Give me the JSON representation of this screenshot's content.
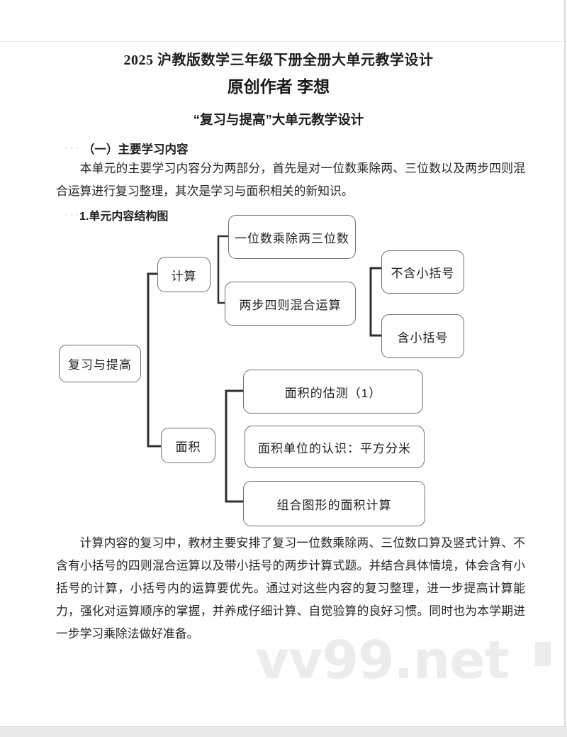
{
  "titles": {
    "line1": "2025 沪教版数学三年级下册全册大单元教学设计",
    "line2": "原创作者 李想",
    "line3": "“复习与提高”大单元教学设计"
  },
  "section": {
    "heading": "（一）主要学习内容",
    "intro_paragraph": "本单元的主要学习内容分为两部分，首先是对一位数乘除两、三位数以及两步四则混合运算进行复习整理，其次是学习与面积相关的新知识。",
    "diagram_heading": "1.单元内容结构图"
  },
  "diagram": {
    "nodes": {
      "root": "复习与提高",
      "calc": "计算",
      "calc_child1": "一位数乘除两三位数",
      "calc_child2": "两步四则混合运算",
      "paren_child1": "不含小括号",
      "paren_child2": "含小括号",
      "area": "面积",
      "area_child1": "面积的估测（1）",
      "area_child2": "面积单位的认识：平方分米",
      "area_child3": "组合图形的面积计算"
    }
  },
  "closing": {
    "paragraph": "计算内容的复习中，教材主要安排了复习一位数乘除两、三位数口算及竖式计算、不含有小括号的四则混合运算以及带小括号的两步计算式题。并结合具体情境，体会含有小括号的计算，小括号内的运算要优先。通过对这些内容的复习整理，进一步提高计算能力，强化对运算顺序的掌握，并养成仔细计算、自觉验算的良好习惯。同时也为本学期进一步学习乘除法做好准备。"
  },
  "watermark": {
    "text": "vv99.net",
    "color": "#ececec"
  },
  "colors": {
    "text": "#262626",
    "box_border": "#6f6f6f",
    "connector": "#2f2f2f",
    "viewer_bar": "#e9e9e9"
  }
}
